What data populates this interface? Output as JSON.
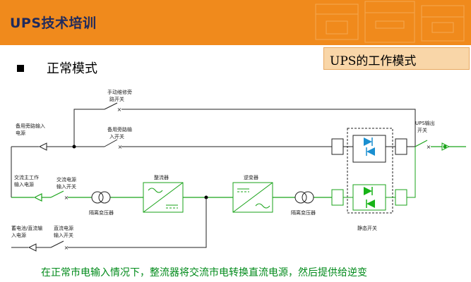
{
  "header": {
    "title": "UPS技术培训",
    "accent_color": "#f08a1c",
    "title_color": "#1f2a5c"
  },
  "badge": {
    "text": "UPS的工作模式",
    "bg_color": "#f9d6a8"
  },
  "section": {
    "title": "正常模式",
    "bullet_icon": "square-bullet-icon"
  },
  "diagram": {
    "labels": {
      "manual_bypass_switch": [
        "手动维修旁",
        "路开关"
      ],
      "standby_bypass_input": [
        "备用旁路输入",
        "电源"
      ],
      "standby_bypass_switch": [
        "备用旁路输",
        "入开关"
      ],
      "ac_main_input": [
        "交流主工作",
        "输入电源"
      ],
      "ac_input_switch": [
        "交流电源",
        "输入开关"
      ],
      "rectifier": "整流器",
      "inverter": "逆变器",
      "isolation_transformer_in": "隔离变压器",
      "isolation_transformer_out": "隔离变压器",
      "ups_output_switch": [
        "UPS输出",
        "开关"
      ],
      "static_switch": "静态开关",
      "battery_input": [
        "蓄电池/直流输",
        "入电源"
      ],
      "dc_input_switch": [
        "直流电源",
        "输入开关"
      ]
    },
    "colors": {
      "active_path": "#1aa31a",
      "inactive_path": "#222222",
      "thyristor_top": "#1a8fd0",
      "thyristor_bottom": "#17b317"
    }
  },
  "caption": "在正常市电输入情况下，整流器将交流市电转换直流电源，然后提供给逆变"
}
